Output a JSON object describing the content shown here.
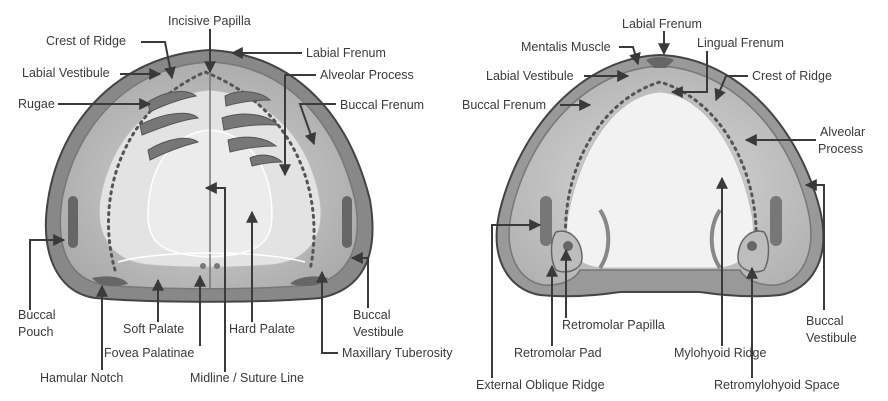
{
  "upper_arch": {
    "labels": {
      "incisive_papilla": "Incisive Papilla",
      "crest_of_ridge": "Crest of Ridge",
      "labial_frenum": "Labial Frenum",
      "labial_vestibule": "Labial Vestibule",
      "alveolar_process": "Alveolar Process",
      "rugae": "Rugae",
      "buccal_frenum": "Buccal Frenum",
      "buccal_pouch_1": "Buccal",
      "buccal_pouch_2": "Pouch",
      "soft_palate": "Soft Palate",
      "hard_palate": "Hard Palate",
      "buccal_vestibule_1": "Buccal",
      "buccal_vestibule_2": "Vestibule",
      "fovea_palatinae": "Fovea Palatinae",
      "maxillary_tuberosity": "Maxillary Tuberosity",
      "hamular_notch": "Hamular Notch",
      "midline": "Midline / Suture Line"
    }
  },
  "lower_arch": {
    "labels": {
      "labial_frenum": "Labial Frenum",
      "mentalis_muscle": "Mentalis Muscle",
      "lingual_frenum": "Lingual Frenum",
      "labial_vestibule": "Labial Vestibule",
      "crest_of_ridge": "Crest of Ridge",
      "buccal_frenum": "Buccal Frenum",
      "alveolar_process_1": "Alveolar",
      "alveolar_process_2": "Process",
      "retromolar_papilla": "Retromolar Papilla",
      "buccal_vestibule_1": "Buccal",
      "buccal_vestibule_2": "Vestibule",
      "retromolar_pad": "Retromolar Pad",
      "mylohyoid_ridge": "Mylohyoid Ridge",
      "external_oblique_ridge": "External Oblique Ridge",
      "retromylohyoid_space": "Retromylohyoid Space"
    }
  }
}
